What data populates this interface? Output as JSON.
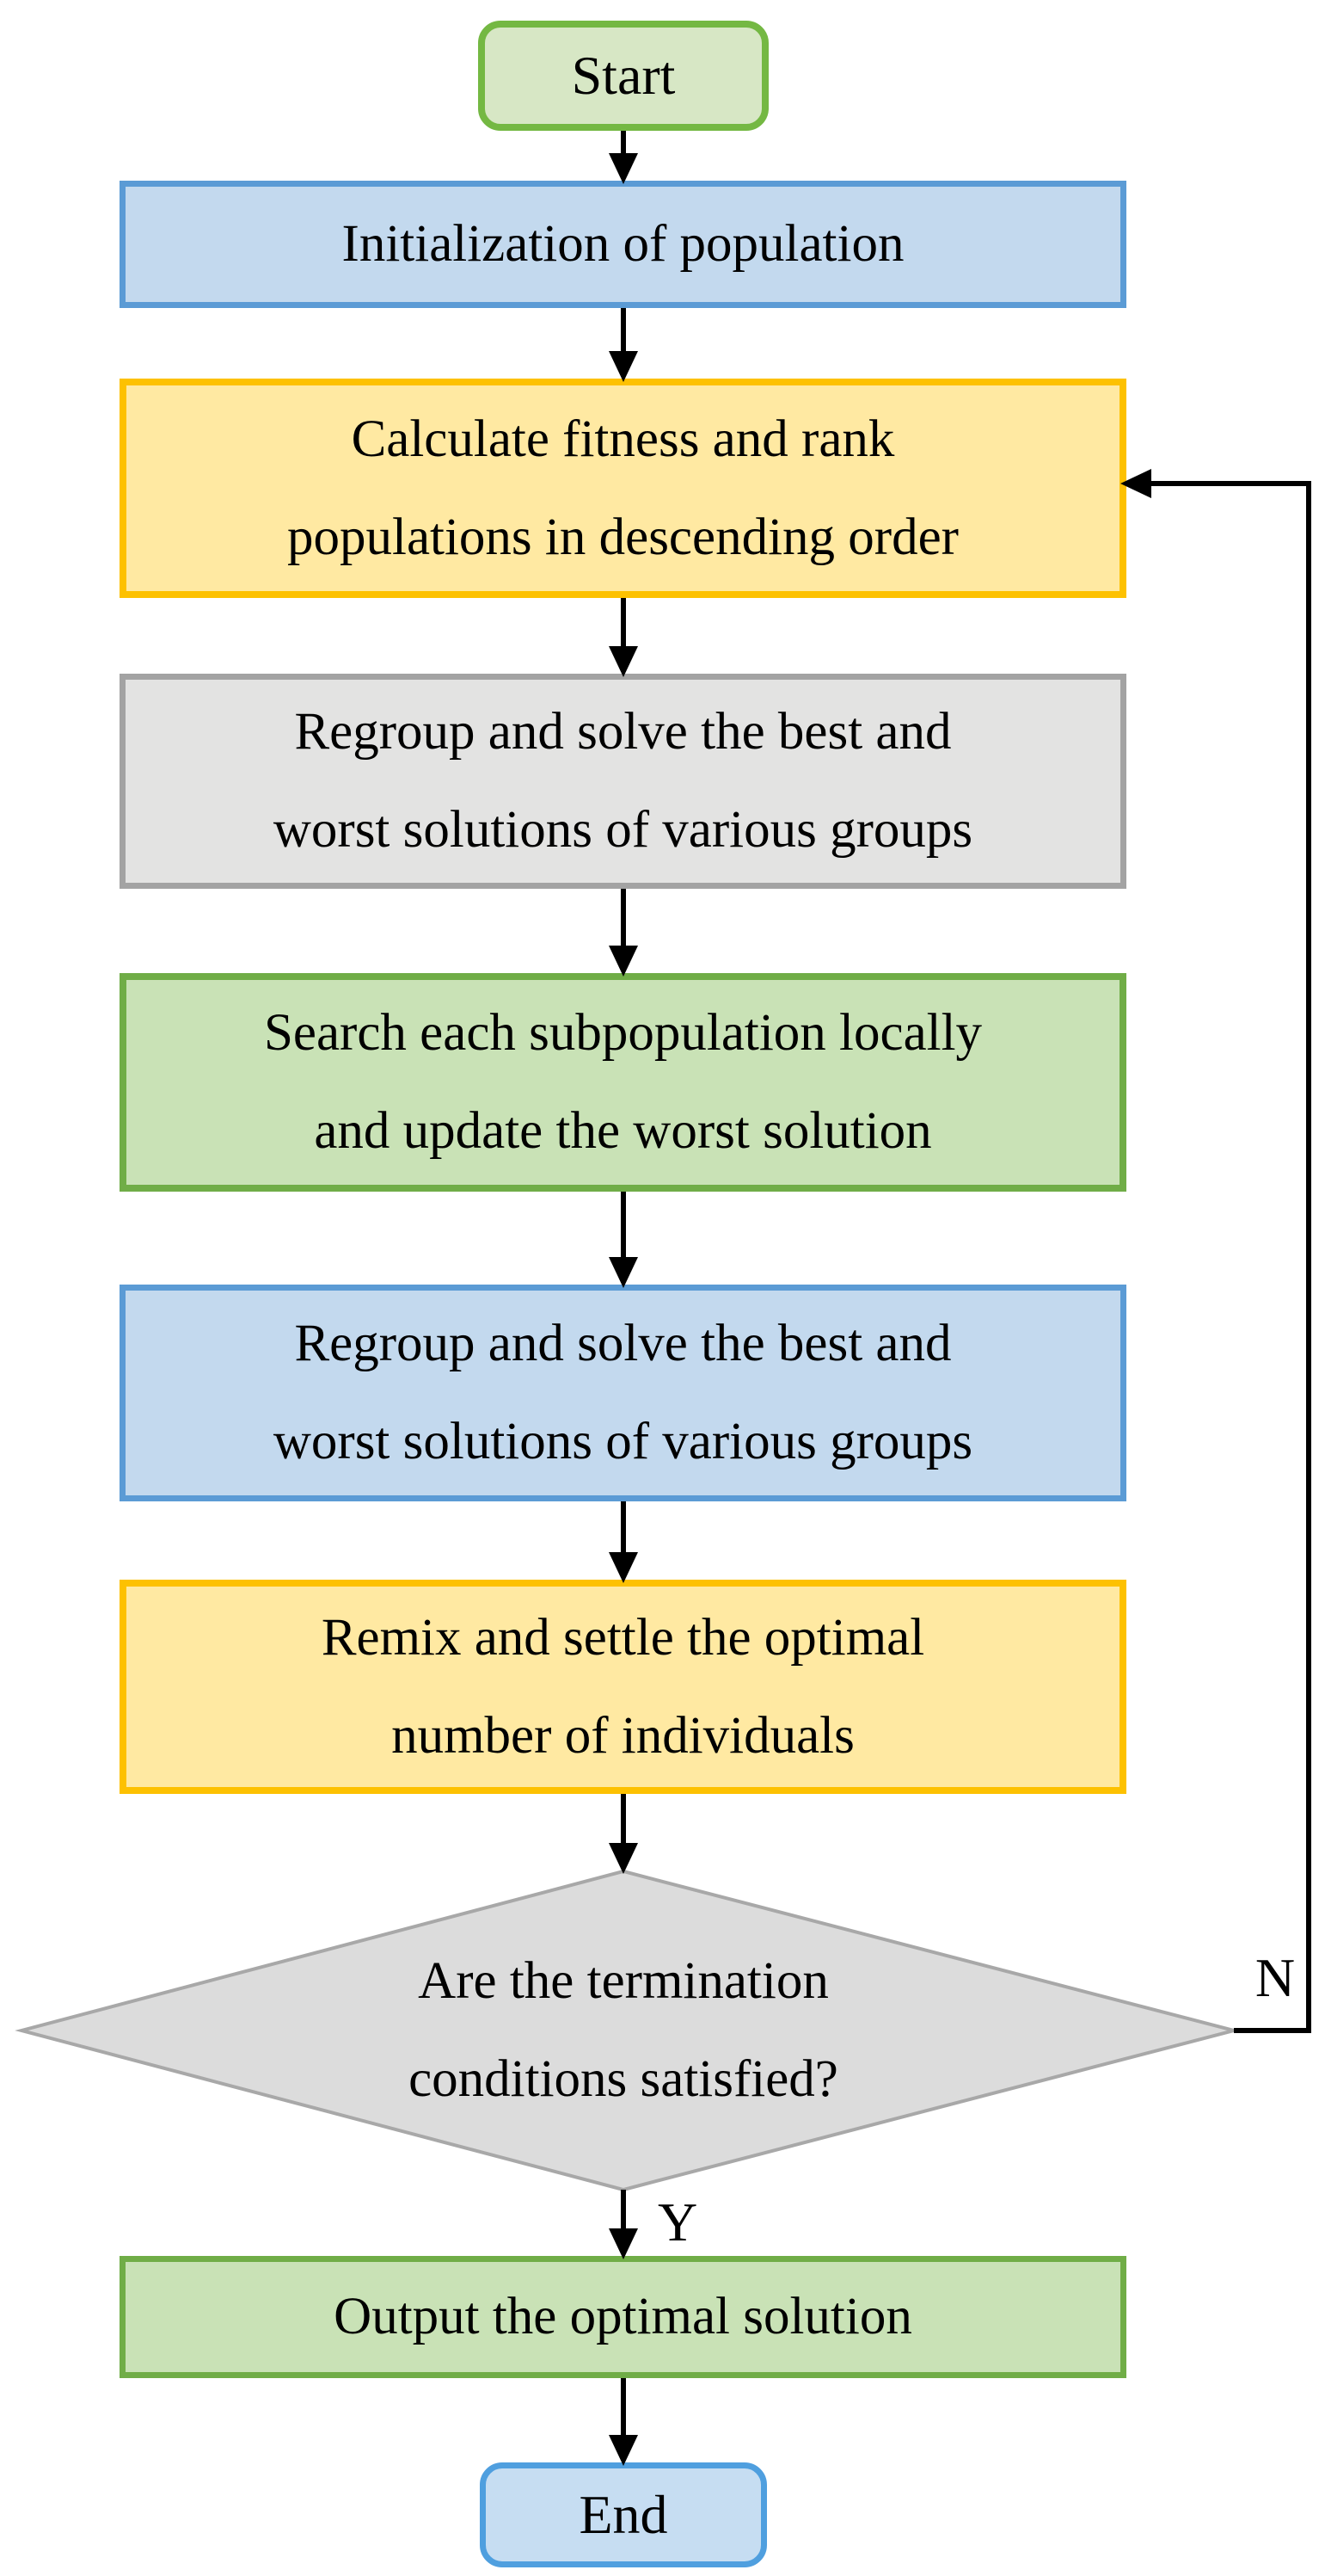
{
  "flowchart": {
    "nodes": {
      "start": {
        "label": "Start",
        "shape": "terminator"
      },
      "init": {
        "label": "Initialization of population",
        "shape": "process"
      },
      "calc": {
        "label": "Calculate fitness and rank\npopulations in descending order",
        "shape": "process"
      },
      "regroup1": {
        "label": "Regroup and solve the best and\nworst solutions of various groups",
        "shape": "process"
      },
      "search": {
        "label": "Search each subpopulation locally\nand update the worst solution",
        "shape": "process"
      },
      "regroup2": {
        "label": "Regroup and solve the best and\nworst solutions of various groups",
        "shape": "process"
      },
      "remix": {
        "label": "Remix and settle the optimal\nnumber of individuals",
        "shape": "process"
      },
      "decision": {
        "label": "Are the termination\nconditions satisfied?",
        "shape": "decision"
      },
      "output": {
        "label": "Output the optimal solution",
        "shape": "process"
      },
      "end": {
        "label": "End",
        "shape": "terminator"
      }
    },
    "edge_labels": {
      "no": "N",
      "yes": "Y"
    },
    "colors": {
      "start_border": "#74b843",
      "start_fill": "#d7e7c5",
      "green_border": "#70ad47",
      "green_fill": "#c9e2b6",
      "blue_border": "#5b9bd5",
      "blue_fill": "#c3d9ee",
      "end_border": "#4f9fdf",
      "end_fill": "#c6ddf2",
      "yellow_border": "#fdc101",
      "yellow_fill": "#ffe9a2",
      "gray_border": "#a3a3a3",
      "gray_fill": "#e3e3e2",
      "diamond_border": "#a8a8a8",
      "diamond_fill": "#dcdcdc",
      "arrow": "#000000"
    }
  }
}
